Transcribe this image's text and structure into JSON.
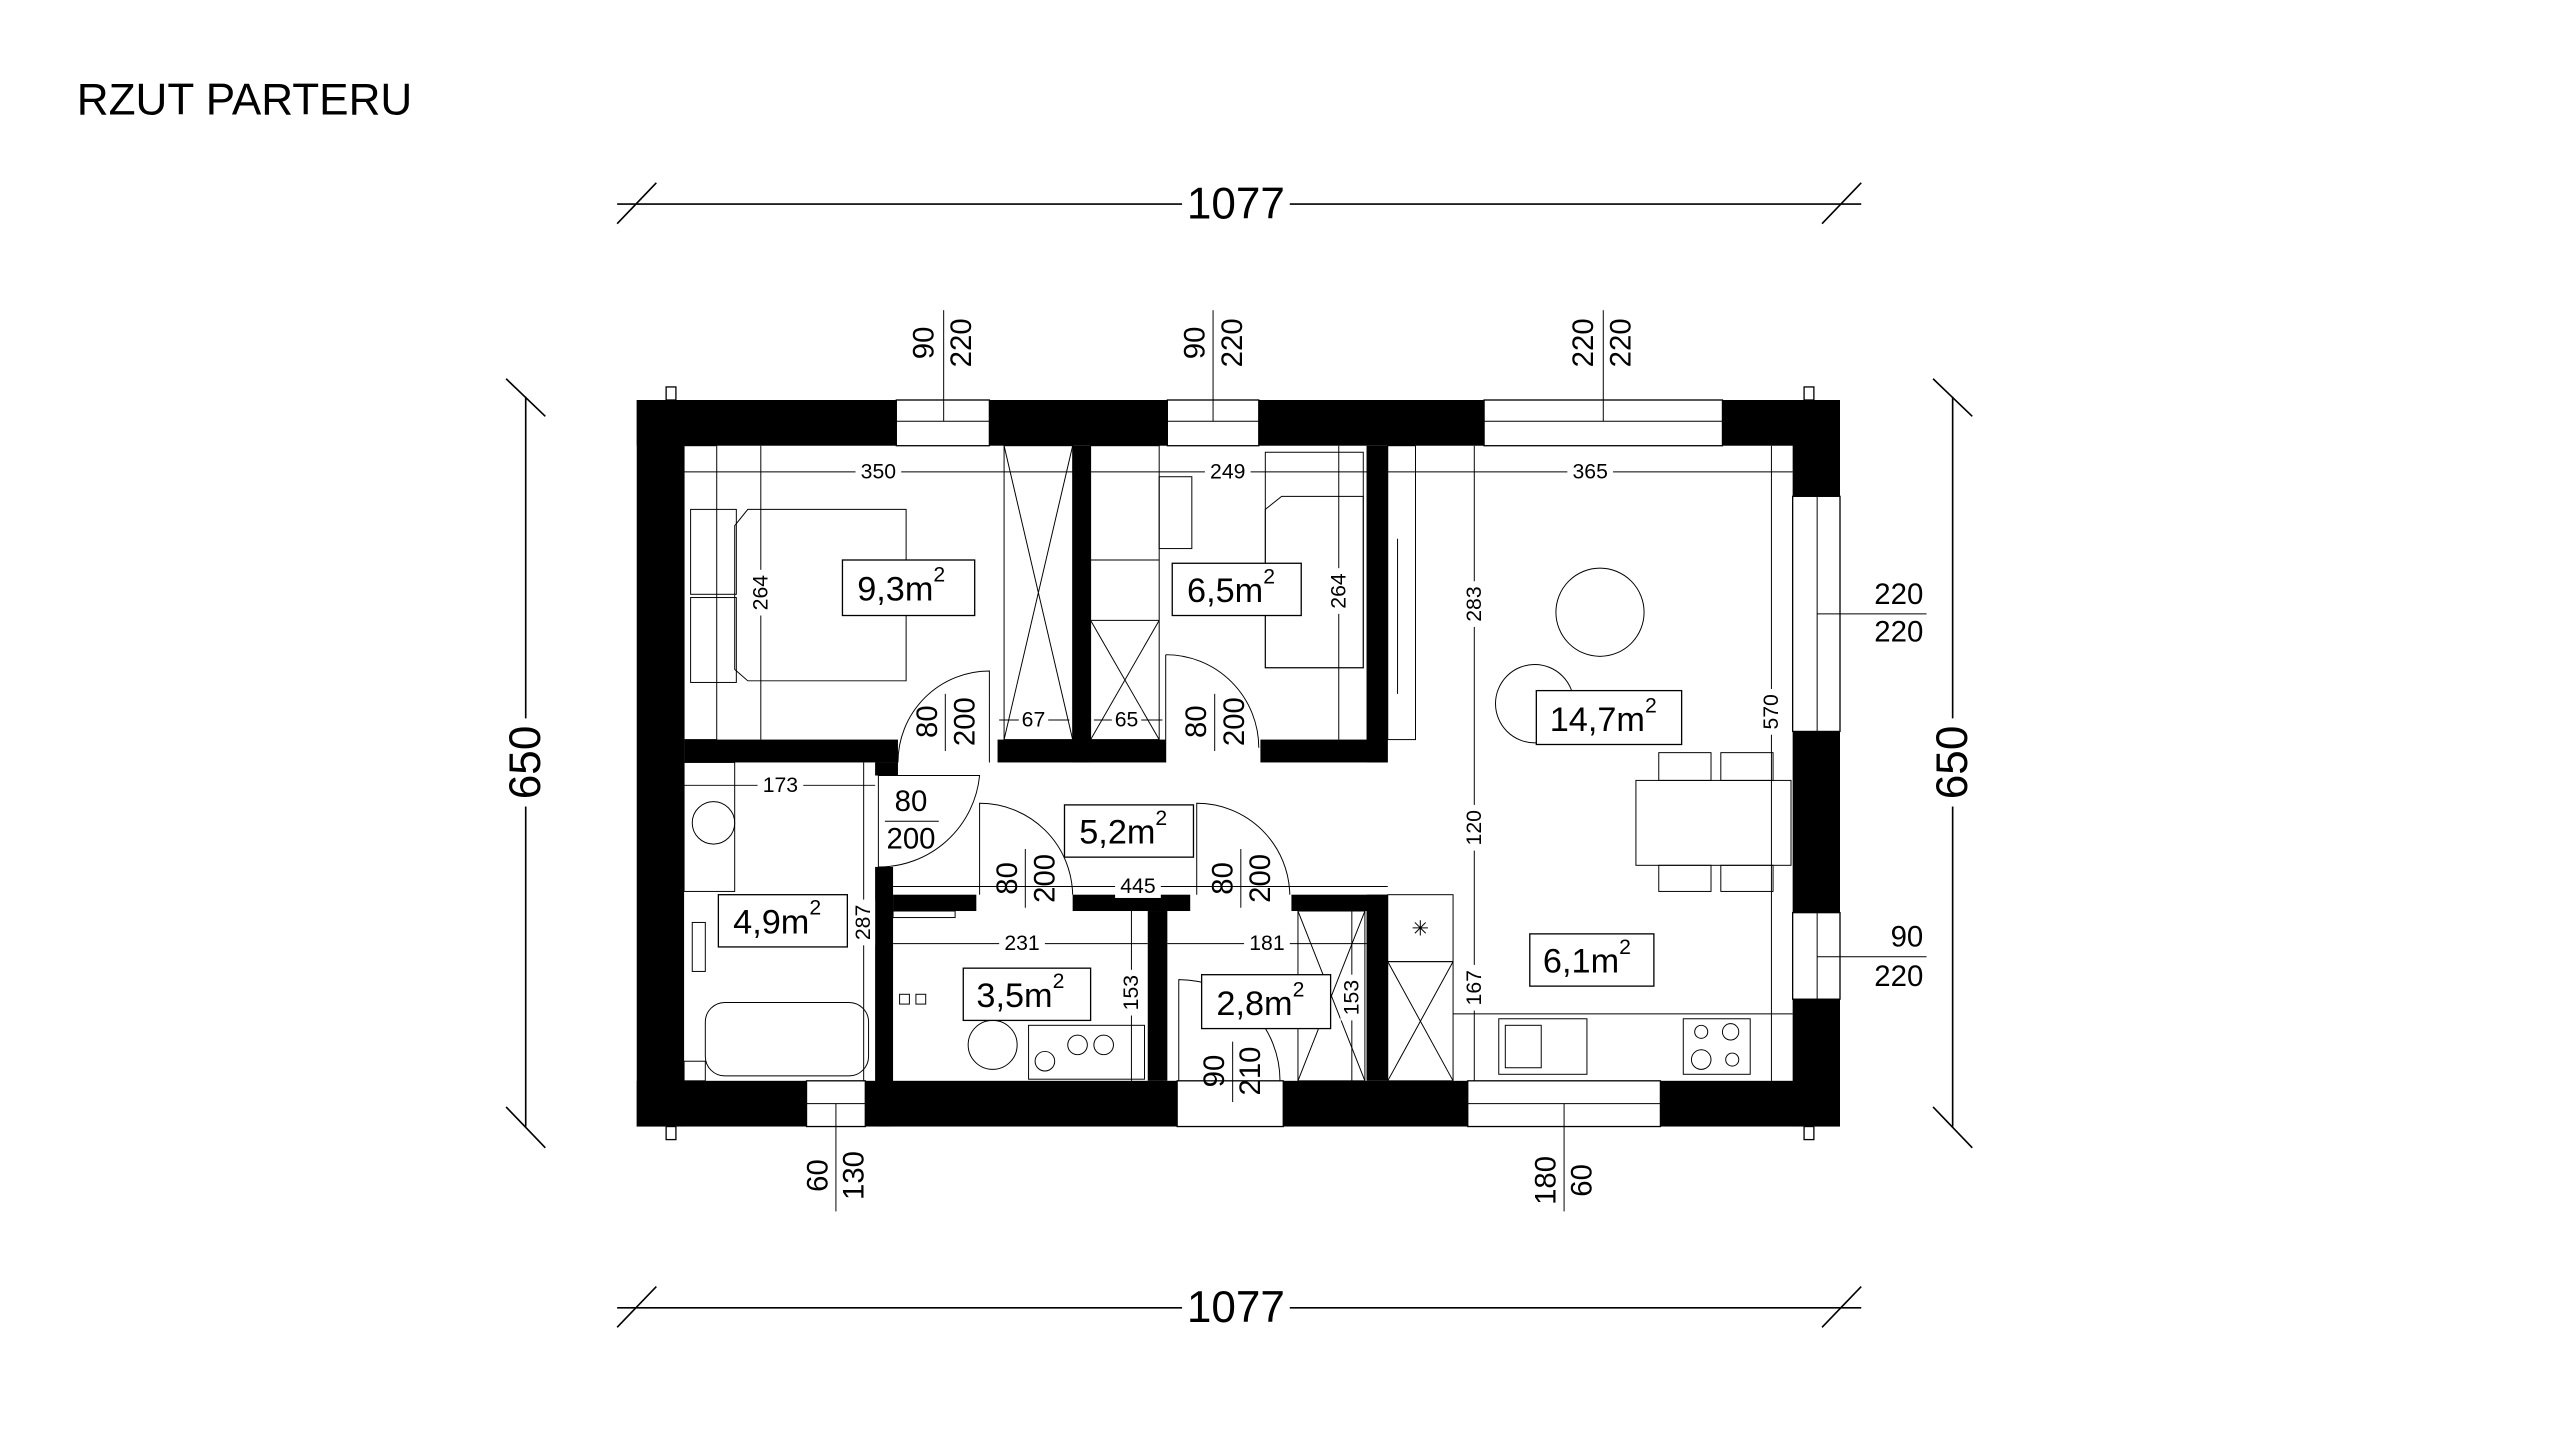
{
  "title": "RZUT PARTERU",
  "overall": {
    "width_top": "1077",
    "width_bottom": "1077",
    "height_left": "650",
    "height_right": "650"
  },
  "rooms": [
    {
      "area": "9,3",
      "unit": "m",
      "exp": "2"
    },
    {
      "area": "6,5",
      "unit": "m",
      "exp": "2"
    },
    {
      "area": "14,7",
      "unit": "m",
      "exp": "2"
    },
    {
      "area": "5,2",
      "unit": "m",
      "exp": "2"
    },
    {
      "area": "4,9",
      "unit": "m",
      "exp": "2"
    },
    {
      "area": "3,5",
      "unit": "m",
      "exp": "2"
    },
    {
      "area": "2,8",
      "unit": "m",
      "exp": "2"
    },
    {
      "area": "6,1",
      "unit": "m",
      "exp": "2"
    }
  ],
  "dims": {
    "bed1_w": "350",
    "bed2_w": "249",
    "living_w": "365",
    "bed1_h": "264",
    "bed2_h": "264",
    "living_h1": "283",
    "living_h2": "120",
    "living_h3": "167",
    "living_total": "570",
    "closet1": "67",
    "closet2": "65",
    "bath_w": "173",
    "bath_h": "287",
    "hall_w": "445",
    "utility_w": "231",
    "wc_w": "181",
    "utility_h": "153",
    "wc_h": "153"
  },
  "doors": [
    {
      "w": "80",
      "h": "200"
    },
    {
      "w": "80",
      "h": "200"
    },
    {
      "w": "80",
      "h": "200"
    },
    {
      "w": "80",
      "h": "200"
    },
    {
      "w": "80",
      "h": "200"
    },
    {
      "w": "90",
      "h": "210"
    }
  ],
  "windows": [
    {
      "w": "90",
      "h": "220"
    },
    {
      "w": "90",
      "h": "220"
    },
    {
      "w": "220",
      "h": "220"
    },
    {
      "w": "220",
      "h": "220"
    },
    {
      "w": "90",
      "h": "220"
    },
    {
      "w": "60",
      "h": "130"
    },
    {
      "w": "180",
      "h": "60"
    }
  ]
}
